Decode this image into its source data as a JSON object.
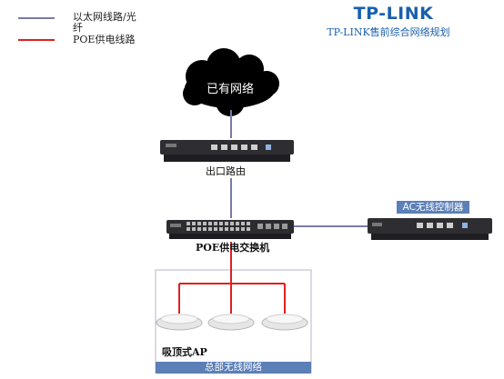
{
  "legend": {
    "ethernet_label_line1": "以太网线路/光",
    "ethernet_label_line2": "纤",
    "poe_label": "POE供电线路",
    "ethernet_color": "#7a7aa8",
    "poe_color": "#e02020"
  },
  "header": {
    "brand": "TP-LINK",
    "subtitle": "TP-LINK售前综合网络规划"
  },
  "diagram": {
    "cloud_label": "已有网络",
    "router_label": "出口路由",
    "switch_label": "POE供电交换机",
    "controller_label": "AC无线控制器",
    "ap_label": "吸顶式AP",
    "area_label": "总部无线网络"
  }
}
